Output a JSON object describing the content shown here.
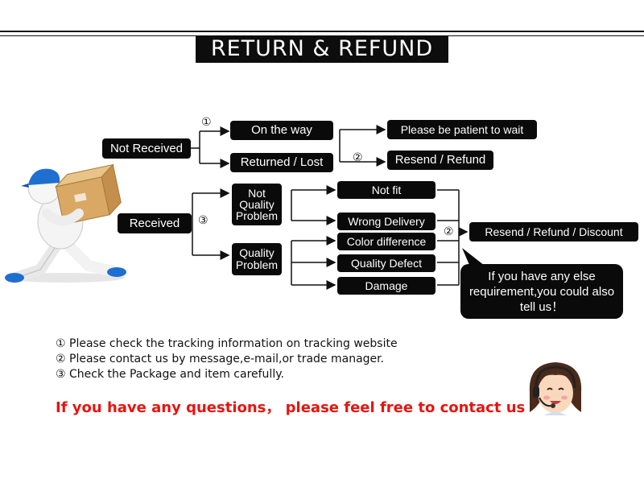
{
  "title": "RETURN & REFUND",
  "diagram": {
    "not_received": "Not Received",
    "received": "Received",
    "on_the_way": "On the way",
    "returned_lost": "Returned / Lost",
    "patient": "Please be patient to wait",
    "resend_refund": "Resend / Refund",
    "not_quality_problem": "Not Quality Problem",
    "quality_problem": "Quality Problem",
    "not_fit": "Not fit",
    "wrong_delivery": "Wrong Delivery",
    "color_difference": "Color difference",
    "quality_defect": "Quality Defect",
    "damage": "Damage",
    "resend_refund_discount": "Resend / Refund / Discount",
    "bubble": "If you have any else requirement,you could also tell us！",
    "marker_1": "①",
    "marker_2a": "②",
    "marker_2b": "②",
    "marker_3": "③"
  },
  "notes": [
    "① Please check the tracking information on tracking website",
    "② Please contact us by message,e-mail,or trade manager.",
    "③ Check the Package and item carefully."
  ],
  "contact": "If you have any questions， please feel free to contact us",
  "colors": {
    "box": "#0a0a0a",
    "accent_red": "#e8140f"
  },
  "illustrations": [
    "delivery-man-with-box",
    "customer-service-woman-with-headset"
  ]
}
